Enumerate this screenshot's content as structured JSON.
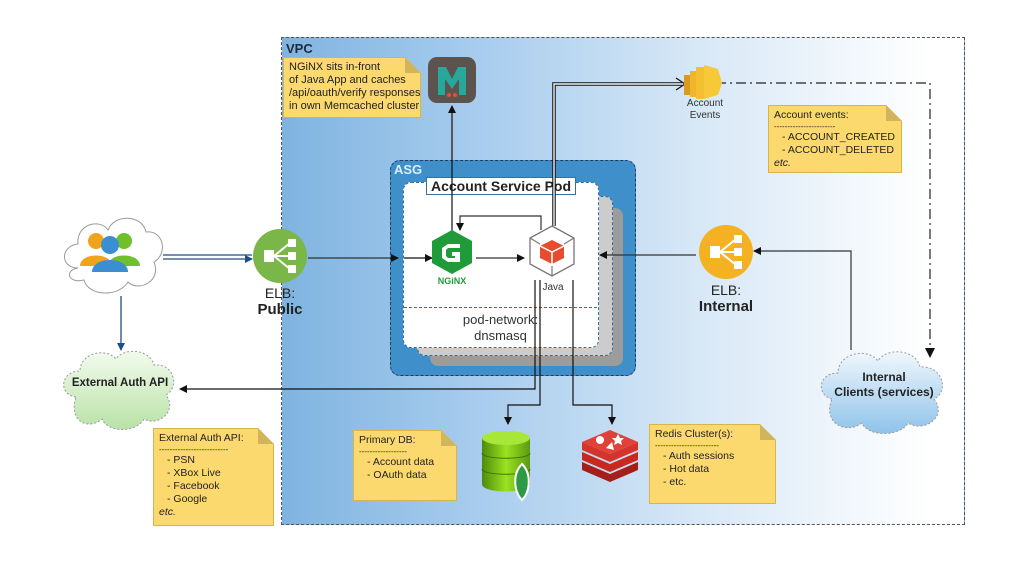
{
  "regions": {
    "vpc": "VPC",
    "asg": "ASG",
    "pod_title": "Account Service Pod",
    "pod_network_line1": "pod-network:",
    "pod_network_line2": "dnsmasq"
  },
  "nodes": {
    "users": {
      "icon": "users-icon"
    },
    "elb_public": {
      "line1": "ELB:",
      "line2": "Public",
      "color": "#7ab648"
    },
    "elb_internal": {
      "line1": "ELB:",
      "line2": "Internal",
      "color": "#f4b223"
    },
    "external_auth_api": "External Auth API",
    "internal_clients": {
      "line1": "Internal",
      "line2": "Clients (services)"
    },
    "nginx": {
      "label": "NGiNX",
      "color": "#1f9b3a"
    },
    "java": {
      "label": "Java",
      "color": "#e74c2e"
    },
    "memcached": {
      "icon": "memcached-icon"
    },
    "account_events": {
      "line1": "Account",
      "line2": "Events",
      "color": "#f4b223"
    },
    "mongodb": {
      "icon": "mongodb-icon"
    },
    "redis": {
      "icon": "redis-icon",
      "color": "#d6342b"
    }
  },
  "notes": {
    "nginx_note": [
      "NGiNX sits in-front",
      "of Java App and caches",
      "/api/oauth/verify responses",
      "in own Memcached cluster"
    ],
    "account_events_note": {
      "title": "Account events:",
      "divider": "-----------------------",
      "items": [
        "- ACCOUNT_CREATED",
        "- ACCOUNT_DELETED"
      ],
      "footer": "etc."
    },
    "external_auth_note": {
      "title": "External Auth API:",
      "divider": "--------------------------",
      "items": [
        "- PSN",
        "- XBox Live",
        "- Facebook",
        "- Google"
      ],
      "footer": "etc."
    },
    "primary_db_note": {
      "title": "Primary DB:",
      "divider": "------------------",
      "items": [
        "- Account data",
        "- OAuth data"
      ]
    },
    "redis_note": {
      "title": "Redis Cluster(s):",
      "divider": "------------------------",
      "items": [
        "- Auth sessions",
        "- Hot data",
        "- etc."
      ]
    }
  }
}
